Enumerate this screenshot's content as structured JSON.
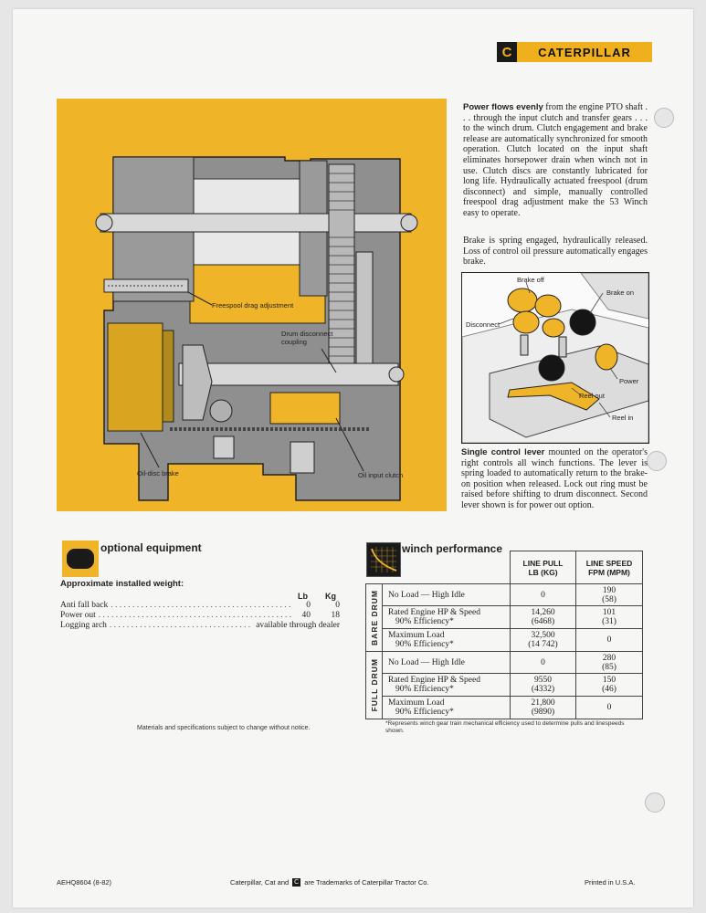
{
  "brand": {
    "name": "CATERPILLAR",
    "mark": "C"
  },
  "diagram_labels": {
    "freespool": "Freespool drag adjustment",
    "drum_disconnect": "Drum disconnect coupling",
    "oil_disc_brake": "Oil-disc brake",
    "oil_input_clutch": "Oil input clutch"
  },
  "intro": {
    "lead": "Power flows evenly",
    "text": " from the engine PTO shaft . . . through the input clutch and transfer gears . . . to the winch drum. Clutch engagement and brake release are automatically synchronized for smooth operation. Clutch located on the input shaft eliminates horsepower drain when winch not in use. Clutch discs are constantly lubricated for long life. Hydraulically actuated freespool (drum disconnect) and simple, manually controlled freespool drag adjustment make the 53 Winch easy to operate."
  },
  "brake_text": "Brake is spring engaged, hydraulically released. Loss of control oil pressure automatically engages brake.",
  "photo_labels": {
    "brake_off": "Brake off",
    "brake_on": "Brake on",
    "disconnect": "Disconnect",
    "power": "Power",
    "reel_out": "Reel out",
    "reel_in": "Reel in"
  },
  "lever": {
    "lead": "Single control lever",
    "text": " mounted on the operator's right controls all winch functions. The lever is spring loaded to automatically return to the brake-on position when released. Lock out ring must be raised before shifting to drum disconnect. Second lever shown is for power out option."
  },
  "optional": {
    "title": "optional equipment",
    "subtitle": "Approximate installed weight:",
    "col_lb": "Lb",
    "col_kg": "Kg",
    "rows": [
      {
        "name": "Anti fall back",
        "lb": "0",
        "kg": "0"
      },
      {
        "name": "Power out",
        "lb": "40",
        "kg": "18"
      },
      {
        "name": "Logging arch",
        "note": "available through dealer"
      }
    ]
  },
  "performance": {
    "title": "winch performance",
    "col_pull": "LINE PULL LB (KG)",
    "col_speed": "LINE SPEED FPM (MPM)",
    "groups": [
      {
        "label": "BARE DRUM",
        "rows": [
          {
            "l1": "No Load — High Idle",
            "l2": "",
            "pull": "0",
            "pull_kg": "",
            "speed": "190",
            "speed_m": "(58)"
          },
          {
            "l1": "Rated Engine HP & Speed",
            "l2": "90% Efficiency*",
            "pull": "14,260",
            "pull_kg": "(6468)",
            "speed": "101",
            "speed_m": "(31)"
          },
          {
            "l1": "Maximum Load",
            "l2": "90% Efficiency*",
            "pull": "32,500",
            "pull_kg": "(14 742)",
            "speed": "0",
            "speed_m": ""
          }
        ]
      },
      {
        "label": "FULL DRUM",
        "rows": [
          {
            "l1": "No Load — High Idle",
            "l2": "",
            "pull": "0",
            "pull_kg": "",
            "speed": "280",
            "speed_m": "(85)"
          },
          {
            "l1": "Rated Engine HP & Speed",
            "l2": "90% Efficiency*",
            "pull": "9550",
            "pull_kg": "(4332)",
            "speed": "150",
            "speed_m": "(46)"
          },
          {
            "l1": "Maximum Load",
            "l2": "90% Efficiency*",
            "pull": "21,800",
            "pull_kg": "(9890)",
            "speed": "0",
            "speed_m": ""
          }
        ]
      }
    ],
    "footnote": "*Represents winch gear train mechanical efficiency used to determine pulls and linespeeds shown."
  },
  "disclaimer": "Materials and specifications subject to change without notice.",
  "footer": {
    "code": "AEHQ8604 (8-82)",
    "trademark_pre": "Caterpillar, Cat and",
    "trademark_post": "are Trademarks of Caterpillar Tractor Co.",
    "printed": "Printed in U.S.A."
  }
}
